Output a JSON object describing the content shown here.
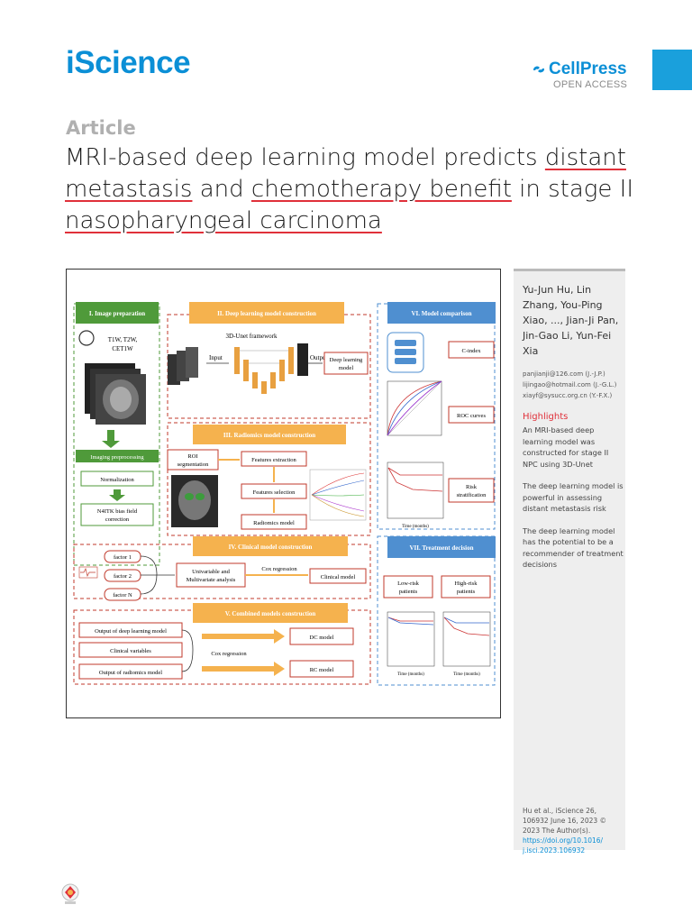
{
  "header": {
    "journal": "iScience",
    "publisher": "CellPress",
    "open_access": "OPEN ACCESS",
    "brand_color": "#0b8fd6"
  },
  "article": {
    "type": "Article",
    "title_parts": [
      {
        "text": "MRI-based deep learning model predicts ",
        "ul": false
      },
      {
        "text": "distant",
        "ul": true
      },
      {
        "text": " ",
        "ul": false
      },
      {
        "text": "metastasis",
        "ul": true
      },
      {
        "text": " and ",
        "ul": false
      },
      {
        "text": "chemotherapy benefit",
        "ul": true
      },
      {
        "text": " in stage II ",
        "ul": false
      },
      {
        "text": "nasopharyngeal carcinoma",
        "ul": true
      }
    ]
  },
  "graphical_abstract": {
    "sections": {
      "s1": "I. Image preparation",
      "s2": "II. Deep learning model construction",
      "s3": "III. Radiomics model construction",
      "s4": "IV. Clinical model construction",
      "s5": "V. Combined models construction",
      "s6": "VI. Model comparison",
      "s7": "VII. Treatment decision"
    },
    "labels": {
      "sequences_1": "T1W, T2W,",
      "sequences_2": "CET1W",
      "imaging_preprocessing": "Imaging preprocessing",
      "normalization": "Normalization",
      "n4itk_1": "N4ITK bias field",
      "n4itk_2": "correction",
      "unet_framework": "3D-Unet framework",
      "input": "Input",
      "output": "Output",
      "dl_model_1": "Deep learning",
      "dl_model_2": "model",
      "roi_1": "ROI",
      "roi_2": "segmentation",
      "features_extraction": "Features extraction",
      "features_selection": "Features selection",
      "radiomics_model": "Radiomics model",
      "factor_1": "factor 1",
      "factor_2": "factor 2",
      "factor_n": "factor N",
      "univariable_1": "Univariable and",
      "univariable_2": "Multivariate analysis",
      "cox_regression": "Cox  regression",
      "clinical_model": "Clinical model",
      "output_dl": "Output of deep learning model",
      "clinical_variables": "Clinical variables",
      "output_radiomics": "Output of radiomics model",
      "dc_model": "DC model",
      "rc_model": "RC model",
      "c_index": "C-index",
      "roc_curves": "ROC curves",
      "risk_1": "Risk",
      "risk_2": "stratification",
      "low_risk_1": "Low-risk",
      "low_risk_2": "patients",
      "high_risk_1": "High-risk",
      "high_risk_2": "patients",
      "time_months": "Time (months)"
    },
    "colors": {
      "green_header": "#4f9a3a",
      "orange_header": "#f5b24e",
      "blue_header": "#4f8fd0",
      "red_border": "#c0392b",
      "arrow_orange": "#f5b24e",
      "arrow_green": "#4f9a3a"
    }
  },
  "sidebar": {
    "authors": "Yu-Jun Hu, Lin Zhang, You-Ping Xiao, ..., Jian-Ji Pan, Jin-Gao Li, Yun-Fei Xia",
    "emails": [
      "panjianji@126.com (J.-J.P.)",
      "lijingao@hotmail.com (J.-G.L.)",
      "xiayf@sysucc.org.cn (Y.-F.X.)"
    ],
    "highlights_title": "Highlights",
    "highlights": [
      "An MRI-based deep learning model was constructed for stage II NPC using 3D-Unet",
      "The deep learning model is powerful in assessing distant metastasis risk",
      "The deep learning model has the potential to be a recommender of treatment decisions"
    ],
    "citation": "Hu et al., iScience 26, 106932 June 16, 2023 © 2023 The Author(s).",
    "doi": "https://doi.org/10.1016/ j.isci.2023.106932"
  }
}
